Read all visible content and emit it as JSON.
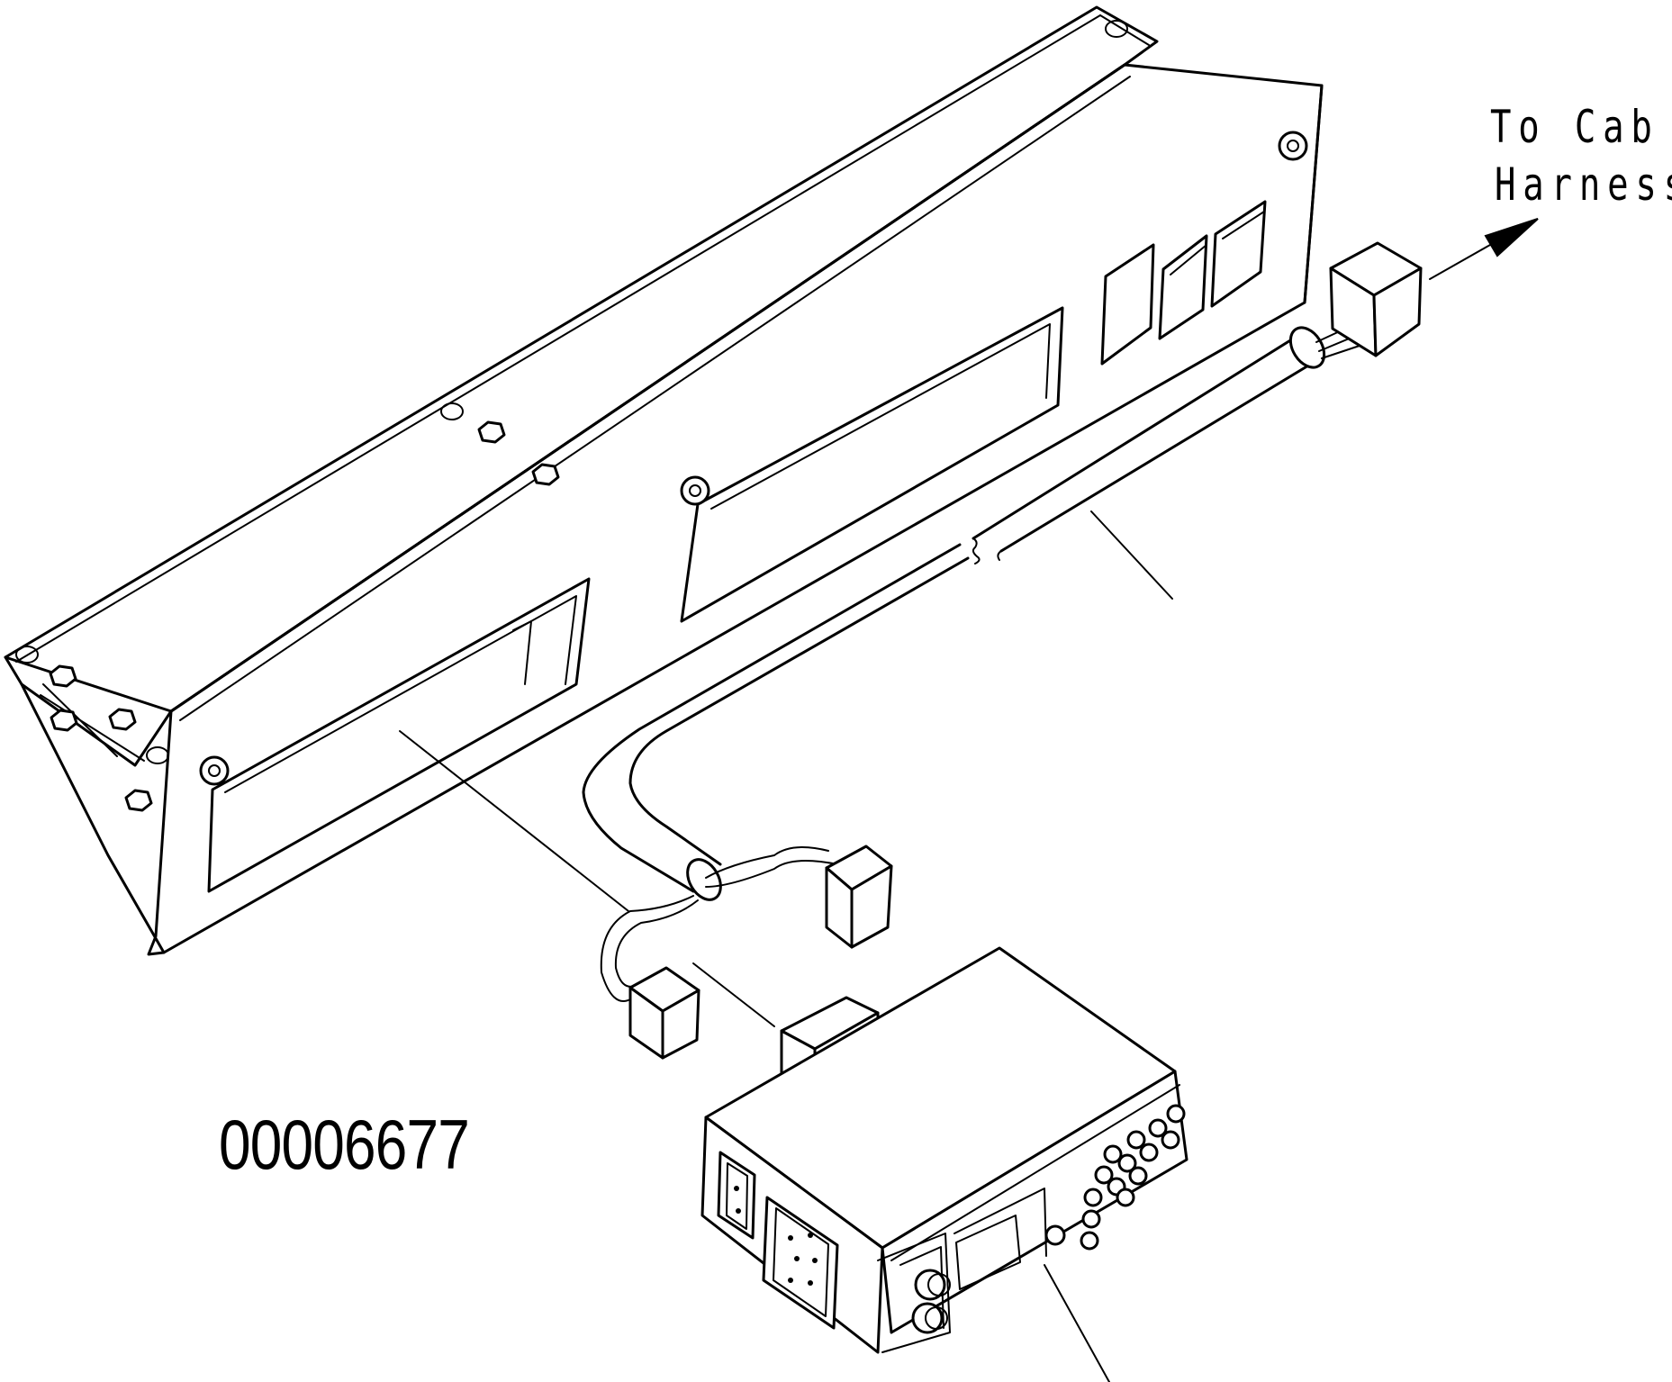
{
  "diagram": {
    "callout": {
      "line1": "To Cab",
      "line2": "Harness"
    },
    "drawing_number": "00006677"
  },
  "colors": {
    "ink": "#000000",
    "paper": "#ffffff"
  }
}
